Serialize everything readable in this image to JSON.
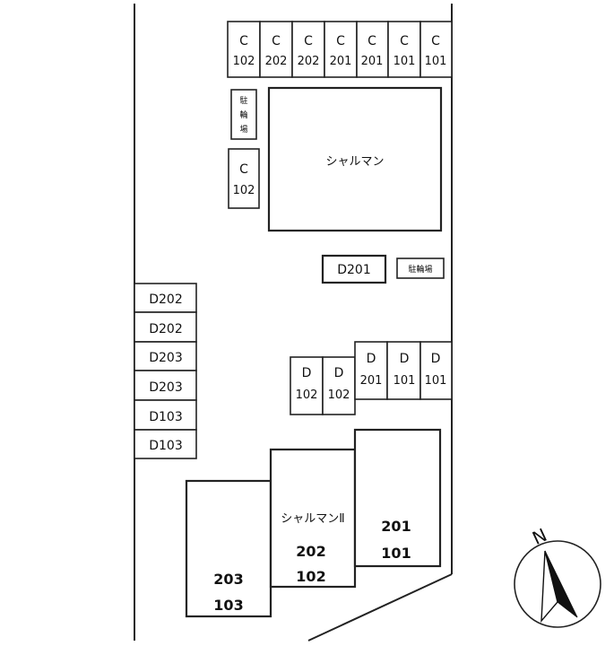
{
  "parking_top": [
    {
      "line1": "C",
      "line2": "102"
    },
    {
      "line1": "C",
      "line2": "202"
    },
    {
      "line1": "C",
      "line2": "202"
    },
    {
      "line1": "C",
      "line2": "201"
    },
    {
      "line1": "C",
      "line2": "201"
    },
    {
      "line1": "C",
      "line2": "101"
    },
    {
      "line1": "C",
      "line2": "101"
    }
  ],
  "bike_left": {
    "lines": [
      "駐",
      "輪",
      "場"
    ]
  },
  "c102_side": {
    "line1": "C",
    "line2": "102"
  },
  "building_main": {
    "name": "シャルマン"
  },
  "d201_box": {
    "label": "D201"
  },
  "bike_right": {
    "label": "駐輪場"
  },
  "parking_left": [
    "D202",
    "D202",
    "D203",
    "D203",
    "D103",
    "D103"
  ],
  "parking_mid": [
    {
      "line1": "D",
      "line2": "102"
    },
    {
      "line1": "D",
      "line2": "102"
    },
    {
      "line1": "D",
      "line2": "201"
    },
    {
      "line1": "D",
      "line2": "101"
    },
    {
      "line1": "D",
      "line2": "101"
    }
  ],
  "building_2": {
    "name": "シャルマンⅡ",
    "unit_a": {
      "line1": "203",
      "line2": "103"
    },
    "unit_b": {
      "line1": "202",
      "line2": "102"
    },
    "unit_c": {
      "line1": "201",
      "line2": "101"
    }
  },
  "compass": {
    "letter": "N"
  }
}
